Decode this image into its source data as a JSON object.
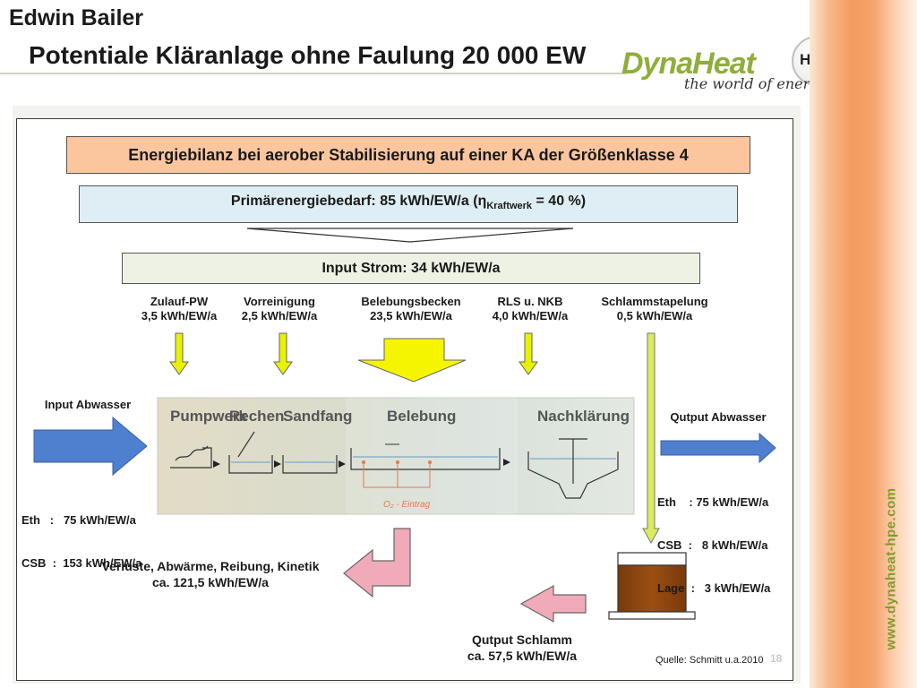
{
  "header": {
    "author": "Edwin Bailer",
    "title": "Potentiale Kläranlage ohne Faulung 20 000 EW"
  },
  "logo": {
    "brand": "DynaHeat",
    "badge": "HPE",
    "tagline": "the world of energy",
    "website": "www.dynaheat-hpe.com"
  },
  "diagram": {
    "balance_title": "Energiebilanz bei aerober Stabilisierung auf einer KA der Größenklasse 4",
    "primary_prefix": "Primärenergiebedarf:  85 kWh/EW/a (η",
    "primary_sub": "Kraftwerk",
    "primary_suffix": " =  40 %)",
    "input_power": "Input Strom:  34 kWh/EW/a",
    "consumers": [
      {
        "name": "Zulauf-PW",
        "value": "3,5 kWh/EW/a"
      },
      {
        "name": "Vorreinigung",
        "value": "2,5 kWh/EW/a"
      },
      {
        "name": "Belebungsbecken",
        "value": "23,5 kWh/EW/a"
      },
      {
        "name": "RLS u. NKB",
        "value": "4,0 kWh/EW/a"
      },
      {
        "name": "Schlammstapelung",
        "value": "0,5 kWh/EW/a"
      }
    ],
    "input_wastewater": {
      "title": "Input Abwasser",
      "lines": [
        "Eth   :   75 kWh/EW/a",
        "CSB  :  153 kWh/EW/a"
      ]
    },
    "output_wastewater": {
      "title": "Qutput Abwasser",
      "lines": [
        "Eth    : 75 kWh/EW/a",
        "CSB  :   8 kWh/EW/a",
        "Lage  :   3 kWh/EW/a"
      ]
    },
    "losses": {
      "line1": "Verluste, Abwärme, Reibung, Kinetik",
      "line2": "ca. 121,5 kWh/EW/a"
    },
    "sludge": {
      "line1": "Qutput Schlamm",
      "line2": "ca. 57,5 kWh/EW/a"
    },
    "process_stages": [
      "Pumpwerk",
      "Rechen",
      "Sandfang",
      "Belebung",
      "Nachklärung"
    ],
    "o2_label": "O₂ - Eintrag",
    "source": "Quelle: Schmitt u.a.2010",
    "page_number": "18"
  },
  "colors": {
    "balance_fill": "#fbc59e",
    "primary_fill": "#deeef4",
    "input_fill": "#eef2e4",
    "energy_arrow": "#e8f200",
    "flow_arrow": "#4f7fcf",
    "loss_arrow": "#f1aab8",
    "sludge_fill": "#8b4513",
    "brand_green": "#8fae3a",
    "accent_orange": "#f49a5e"
  }
}
